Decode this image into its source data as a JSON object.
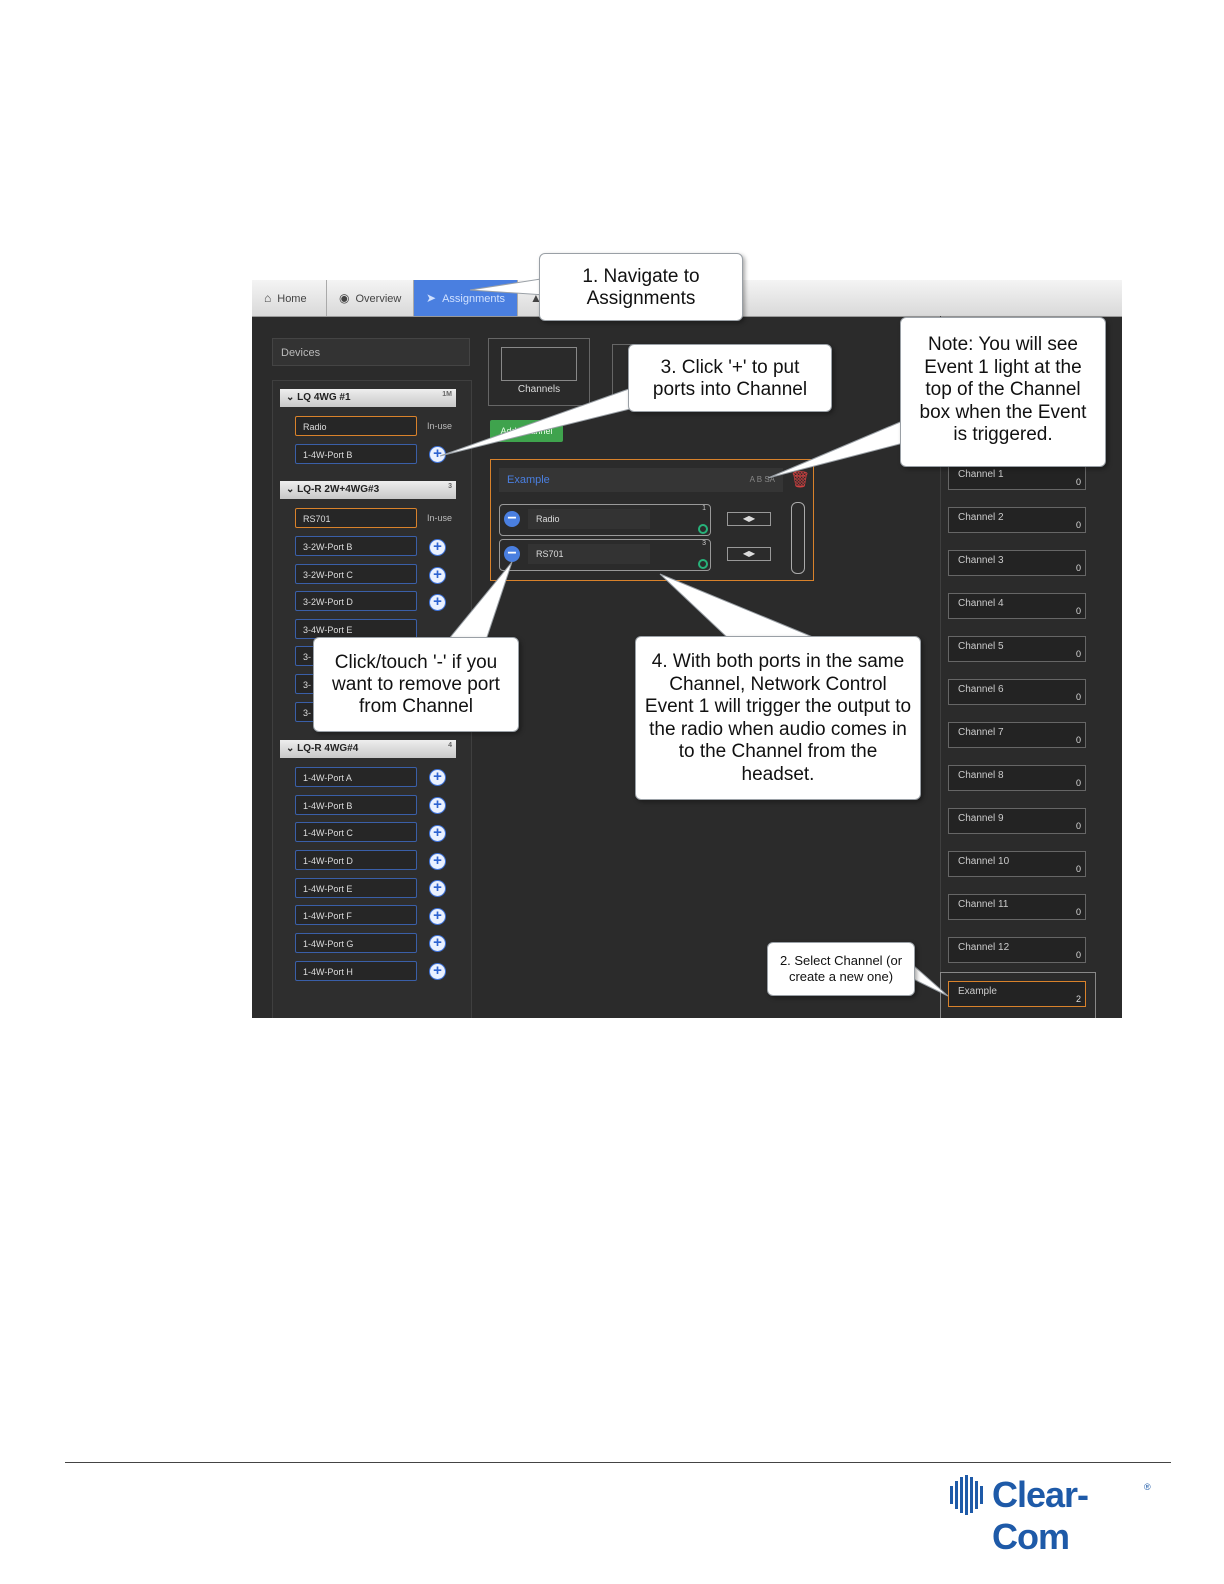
{
  "tabs": [
    {
      "label": "Home",
      "icon": "home-icon"
    },
    {
      "label": "Overview",
      "icon": "globe-icon"
    },
    {
      "label": "Assignments",
      "icon": "assignments-icon"
    }
  ],
  "devices_panel": {
    "title": "Devices"
  },
  "devices": [
    {
      "name": "LQ 4WG #1",
      "num": "1M"
    },
    {
      "name": "LQ-R 2W+4WG#3",
      "num": "3"
    },
    {
      "name": "LQ-R 4WG#4",
      "num": "4"
    }
  ],
  "ports_dev1": [
    {
      "label": "Radio",
      "status": "In-use"
    },
    {
      "label": "1-4W-Port B"
    }
  ],
  "ports_dev3": [
    {
      "label": "RS701",
      "status": "In-use"
    },
    {
      "label": "3-2W-Port B"
    },
    {
      "label": "3-2W-Port C"
    },
    {
      "label": "3-2W-Port D"
    },
    {
      "label": "3-4W-Port E"
    },
    {
      "label": "3-"
    },
    {
      "label": "3-"
    },
    {
      "label": "3-"
    }
  ],
  "ports_dev4": [
    {
      "label": "1-4W-Port A"
    },
    {
      "label": "1-4W-Port B"
    },
    {
      "label": "1-4W-Port C"
    },
    {
      "label": "1-4W-Port D"
    },
    {
      "label": "1-4W-Port E"
    },
    {
      "label": "1-4W-Port F"
    },
    {
      "label": "1-4W-Port G"
    },
    {
      "label": "1-4W-Port H"
    }
  ],
  "center": {
    "channels_tab": "Channels",
    "add_channel": "Add Channel",
    "channel_box": {
      "name": "Example",
      "flags": "A B SA",
      "members": [
        {
          "label": "Radio",
          "num": "1"
        },
        {
          "label": "RS701",
          "num": "3"
        }
      ]
    }
  },
  "channels": [
    {
      "label": "Channel 1",
      "count": "0"
    },
    {
      "label": "Channel 2",
      "count": "0"
    },
    {
      "label": "Channel 3",
      "count": "0"
    },
    {
      "label": "Channel 4",
      "count": "0"
    },
    {
      "label": "Channel 5",
      "count": "0"
    },
    {
      "label": "Channel 6",
      "count": "0"
    },
    {
      "label": "Channel 7",
      "count": "0"
    },
    {
      "label": "Channel 8",
      "count": "0"
    },
    {
      "label": "Channel 9",
      "count": "0"
    },
    {
      "label": "Channel 10",
      "count": "0"
    },
    {
      "label": "Channel 11",
      "count": "0"
    },
    {
      "label": "Channel 12",
      "count": "0"
    },
    {
      "label": "Example",
      "count": "2"
    }
  ],
  "callouts": {
    "c1": "1. Navigate to Assignments",
    "c2": "2. Select Channel (or create a new one)",
    "c3": "3. Click '+' to put ports into Channel",
    "c4": "4. With both ports in the same Channel, Network Control Event 1 will trigger the output to the radio when audio comes in to the Channel from the headset.",
    "c5": "Click/touch '-' if you want to remove port from Channel",
    "note": "Note: You will see Event 1 light at the top of the Channel box when the Event is triggered."
  },
  "footer": {
    "brand": "Clear-Com",
    "reg": "®"
  },
  "colors": {
    "accent": "#4a7fe0",
    "in_use": "#d9822b",
    "add_green": "#3fa34d",
    "brand": "#1e5aa8"
  }
}
